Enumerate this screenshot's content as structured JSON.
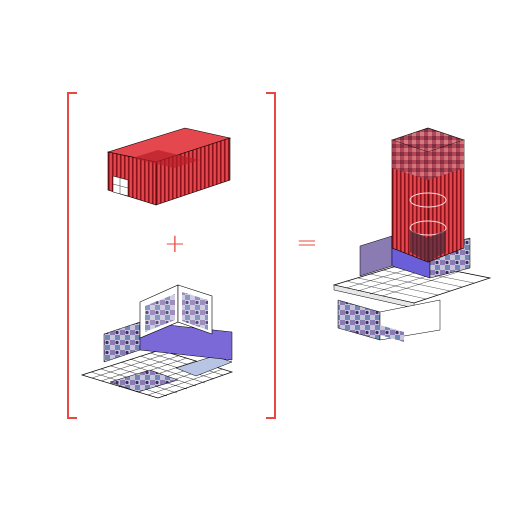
{
  "diagram": {
    "operators": {
      "plus": "+",
      "equals": "="
    },
    "colors": {
      "accent": "#e8483f",
      "red_fill": "#d8262f",
      "red_dark": "#9c1a21",
      "violet": "#6a5fd8",
      "blue_photo": "#8fa3d6",
      "grid_line": "#000000"
    },
    "components": [
      {
        "name": "red-volume"
      },
      {
        "name": "activity-platform"
      },
      {
        "name": "combined-tower"
      }
    ]
  }
}
